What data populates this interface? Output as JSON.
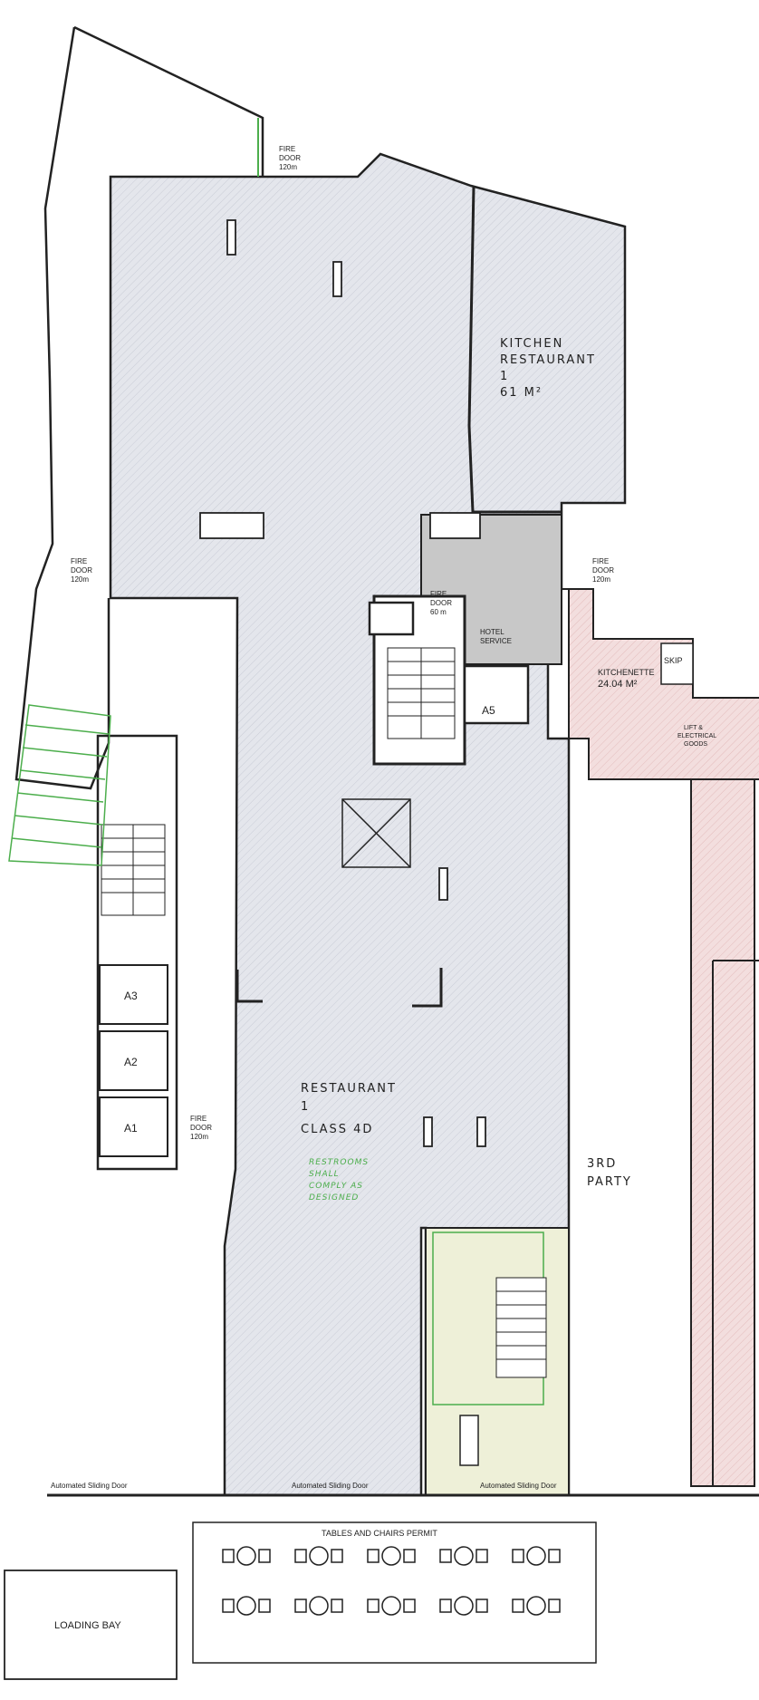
{
  "labels": {
    "fire_door_top": "FIRE",
    "fire_door_top_2": "DOOR",
    "fire_door_top_3": "120m",
    "fire_door_left": "FIRE",
    "fire_door_left_2": "DOOR",
    "fire_door_left_3": "120m",
    "fire_door_stair": "FIRE",
    "fire_door_stair_2": "DOOR",
    "fire_door_stair_3": "60 m",
    "fire_door_kitch": "FIRE",
    "fire_door_kitch_2": "DOOR",
    "fire_door_kitch_3": "120m",
    "fire_door_bottom": "FIRE",
    "fire_door_bottom_2": "DOOR",
    "fire_door_bottom_3": "120m",
    "kitchen_1": "KITCHEN",
    "kitchen_2": "RESTAURANT",
    "kitchen_3": "1",
    "kitchen_4": "61 M²",
    "hotel_service_1": "HOTEL",
    "hotel_service_2": "SERVICE",
    "a5": "A5",
    "kitchenette_1": "KITCHENETTE",
    "kitchenette_2": "24.04 M²",
    "skip": "SKIP",
    "lift_1": "LIFT &",
    "lift_2": "ELECTRICAL",
    "lift_3": "GOODS",
    "a3": "A3",
    "a2": "A2",
    "a1": "A1",
    "restaurant_1": "RESTAURANT",
    "restaurant_2": "1",
    "restaurant_3": "CLASS 4D",
    "restrooms_1": "RESTROOMS",
    "restrooms_2": "SHALL",
    "restrooms_3": "COMPLY AS",
    "restrooms_4": "DESIGNED",
    "third_party_1": "3RD",
    "third_party_2": "PARTY",
    "sliding_door_left": "Automated Sliding Door",
    "sliding_door_mid": "Automated Sliding Door",
    "sliding_door_right": "Automated Sliding Door",
    "tables_permit": "TABLES AND CHAIRS PERMIT",
    "loading_bay": "LOADING BAY"
  },
  "colors": {
    "floor_fill": "#e4e6ec",
    "service_fill": "#c8c8c8",
    "kitchenette_fill": "#f2dcdc",
    "restroom_fill": "#eef0d8",
    "wall_stroke": "#222222",
    "green": "#4cae4c"
  }
}
